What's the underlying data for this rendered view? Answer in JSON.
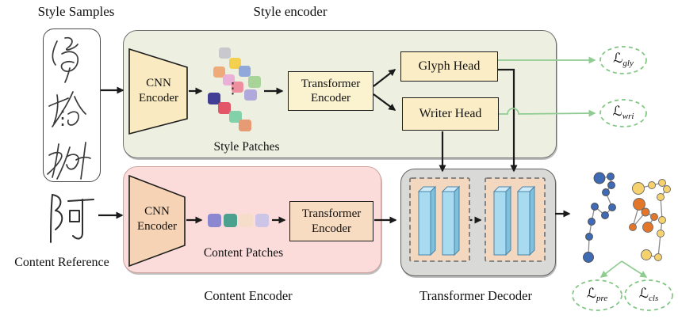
{
  "labels": {
    "style_samples": "Style Samples",
    "style_encoder": "Style encoder",
    "style_patches": "Style Patches",
    "content_reference": "Content Reference",
    "content_patches": "Content Patches",
    "content_encoder": "Content Encoder",
    "transformer_decoder": "Transformer Decoder"
  },
  "boxes": {
    "style_cnn": "CNN Encoder",
    "style_transformer": "Transformer Encoder",
    "glyph_head": "Glyph Head",
    "writer_head": "Writer Head",
    "content_cnn": "CNN Encoder",
    "content_transformer": "Transformer Encoder"
  },
  "losses": {
    "gly": {
      "base": "ℒ",
      "sub": "gly"
    },
    "wri": {
      "base": "ℒ",
      "sub": "wri"
    },
    "pre": {
      "base": "ℒ",
      "sub": "pre"
    },
    "cls": {
      "base": "ℒ",
      "sub": "cls"
    }
  },
  "handwriting": {
    "style_samples_characters": "赠 松 ⋮ 树",
    "content_reference_character": "阿"
  },
  "ellipsis": "⋮",
  "style_patches": {
    "colors": [
      "#c9c9cd",
      "#f4d04f",
      "#efaa79",
      "#90a9da",
      "#eab0d8",
      "#a8d49a",
      "#ed8f9e",
      "#b0aadc",
      "#423e96",
      "#e25667",
      "#82d1a8",
      "#e69b74"
    ]
  },
  "content_patches": {
    "colors": [
      "#8b87d1",
      "#4ba18d",
      "#f5ddc9",
      "#ccc5e7"
    ]
  },
  "colors": {
    "style_panel": "#edf0e1",
    "content_panel": "#fbdcda",
    "decoder_panel": "#d9d9d7",
    "box_yellow": "#fbeec7",
    "box_yellow_light": "#fbf2cf",
    "box_peach": "#f8dcc2",
    "cnn_style_fill": "#f9eac1",
    "cnn_content_fill": "#f6d3b4",
    "decoder_cell": "#f4d7bf",
    "column_front": "#a8daf0",
    "column_side": "#7fc0dd",
    "column_top": "#cfeaf8",
    "loss_green": "#7fc580",
    "arrow_green": "#90cc92",
    "arrow_black": "#1a1a1a",
    "graph_blue": "#3f6bb5",
    "graph_yellow": "#f6d26e",
    "graph_orange": "#e4762a"
  }
}
